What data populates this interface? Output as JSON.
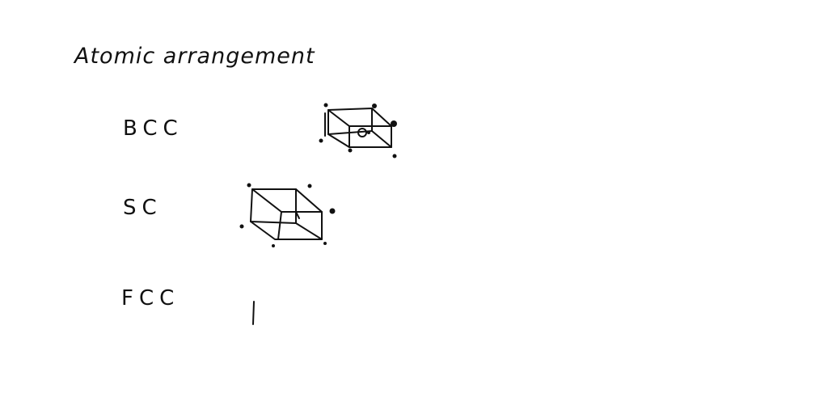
{
  "heading": "Atomic arrangement",
  "structures": [
    {
      "label": "BCC"
    },
    {
      "label": "SC"
    },
    {
      "label": "FCC"
    }
  ]
}
